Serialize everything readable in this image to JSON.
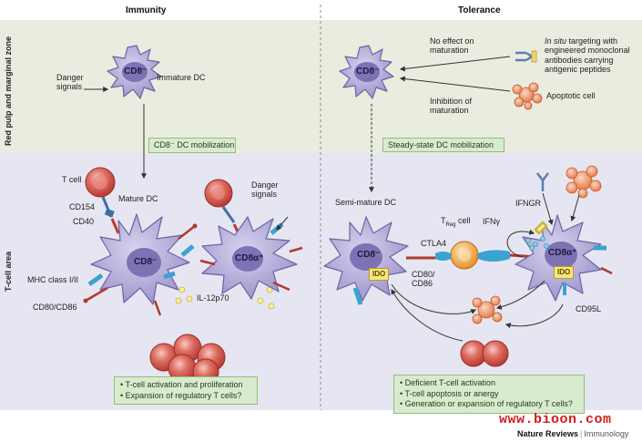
{
  "headers": {
    "left": "Immunity",
    "right": "Tolerance"
  },
  "zones": {
    "top": "Red pulp and marginal zone",
    "bottom": "T-cell area"
  },
  "immunity": {
    "danger_signals": "Danger\nsignals",
    "cd8_top": "CD8⁻",
    "immature_dc": "Immature DC",
    "mobilization": "CD8⁻ DC mobilization",
    "t_cell": "T cell",
    "cd154": "CD154",
    "cd40": "CD40",
    "mature_dc": "Mature DC",
    "cd8_mature": "CD8⁻",
    "cd8a": "CD8α⁺",
    "danger_signals_2": "Danger\nsignals",
    "mhc": "MHC class I/II",
    "cd80_86": "CD80/CD86",
    "il12": "IL-12p70",
    "outcomes": [
      "T-cell activation and proliferation",
      "Expansion of regulatory T cells?"
    ]
  },
  "tolerance": {
    "cd8_top": "CD8⁻",
    "no_effect": "No effect on\nmaturation",
    "in_situ_italic": "In situ",
    "in_situ_rest": " targeting with\nengineered monoclonal\nantibodies carrying\nantigenic peptides",
    "inhibition": "Inhibition of\nmaturation",
    "apoptotic": "Apoptotic cell",
    "mobilization": "Steady-state DC mobilization",
    "semi_mature": "Semi-mature DC",
    "treg_t": "T",
    "treg_sub": "Reg",
    "treg_cell": " cell",
    "ifng": "IFNγ",
    "ifngr": "IFNGR",
    "ctla4": "CTLA4",
    "cd80_86": "CD80/\nCD86",
    "cd8_semi": "CD8⁻",
    "cd8a": "CD8α⁺",
    "ido_left": "IDO",
    "ido_right": "IDO",
    "cd95l": "CD95L",
    "outcomes": [
      "Deficient T-cell activation",
      "T-cell apoptosis or anergy",
      "Generation or expansion of regulatory T cells?"
    ]
  },
  "watermark": "www.bioon.com",
  "credit": {
    "journal": "Nature Reviews",
    "section": "Immunology"
  },
  "colors": {
    "top_band": "#eaecdf",
    "bottom_band": "#e6e6f2",
    "dc_fill": "#b3acd6",
    "dc_stroke": "#6d63a4",
    "nucleus": "#7d73b4",
    "tcell": "#d9655c",
    "green_box": "#d9ebcf",
    "ido": "#f7e77a",
    "treg": "#f2a83e",
    "apoptotic": "#f29a6c"
  }
}
